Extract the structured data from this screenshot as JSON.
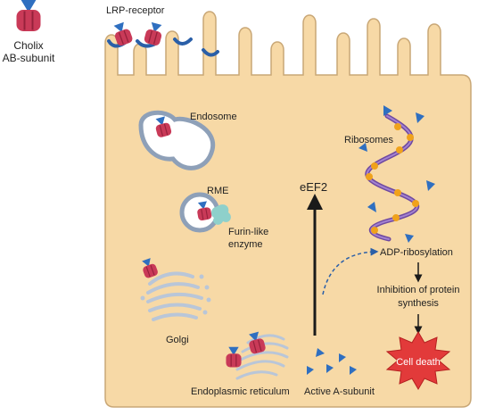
{
  "labels": {
    "cholix_line1": "Cholix",
    "cholix_line2": "AB-subunit",
    "lrp_receptor": "LRP-receptor",
    "endosome": "Endosome",
    "rme": "RME",
    "furin_line1": "Furin-like",
    "furin_line2": "enzyme",
    "golgi": "Golgi",
    "er": "Endoplasmic reticulum",
    "active_a": "Active A-subunit",
    "eef2": "eEF2",
    "ribosomes": "Ribosomes",
    "adp": "ADP-ribosylation",
    "inhibition_line1": "Inhibition of protein",
    "inhibition_line2": "synthesis",
    "cell_death": "Cell death"
  },
  "colors": {
    "cell_fill": "#f7d9a6",
    "cell_stroke": "#c9a776",
    "toxin_b": "#2f6fc0",
    "toxin_a": "#c93a58",
    "toxin_a_dark": "#96213b",
    "receptor": "#2a5fa8",
    "mrna": "#8a5fb6",
    "ribosome_dot": "#f0a21b",
    "cell_death": "#e23a3a",
    "arrow": "#1a1a1a",
    "dashed": "#2a5fa8",
    "furin": "#8ed0cb",
    "organelle": "#b9c6d8"
  },
  "icons": [
    "cholix-toxin-icon",
    "lrp-receptor-icon",
    "ribosome-icon",
    "golgi-icon",
    "er-icon",
    "furin-enzyme-icon",
    "starburst-icon"
  ]
}
